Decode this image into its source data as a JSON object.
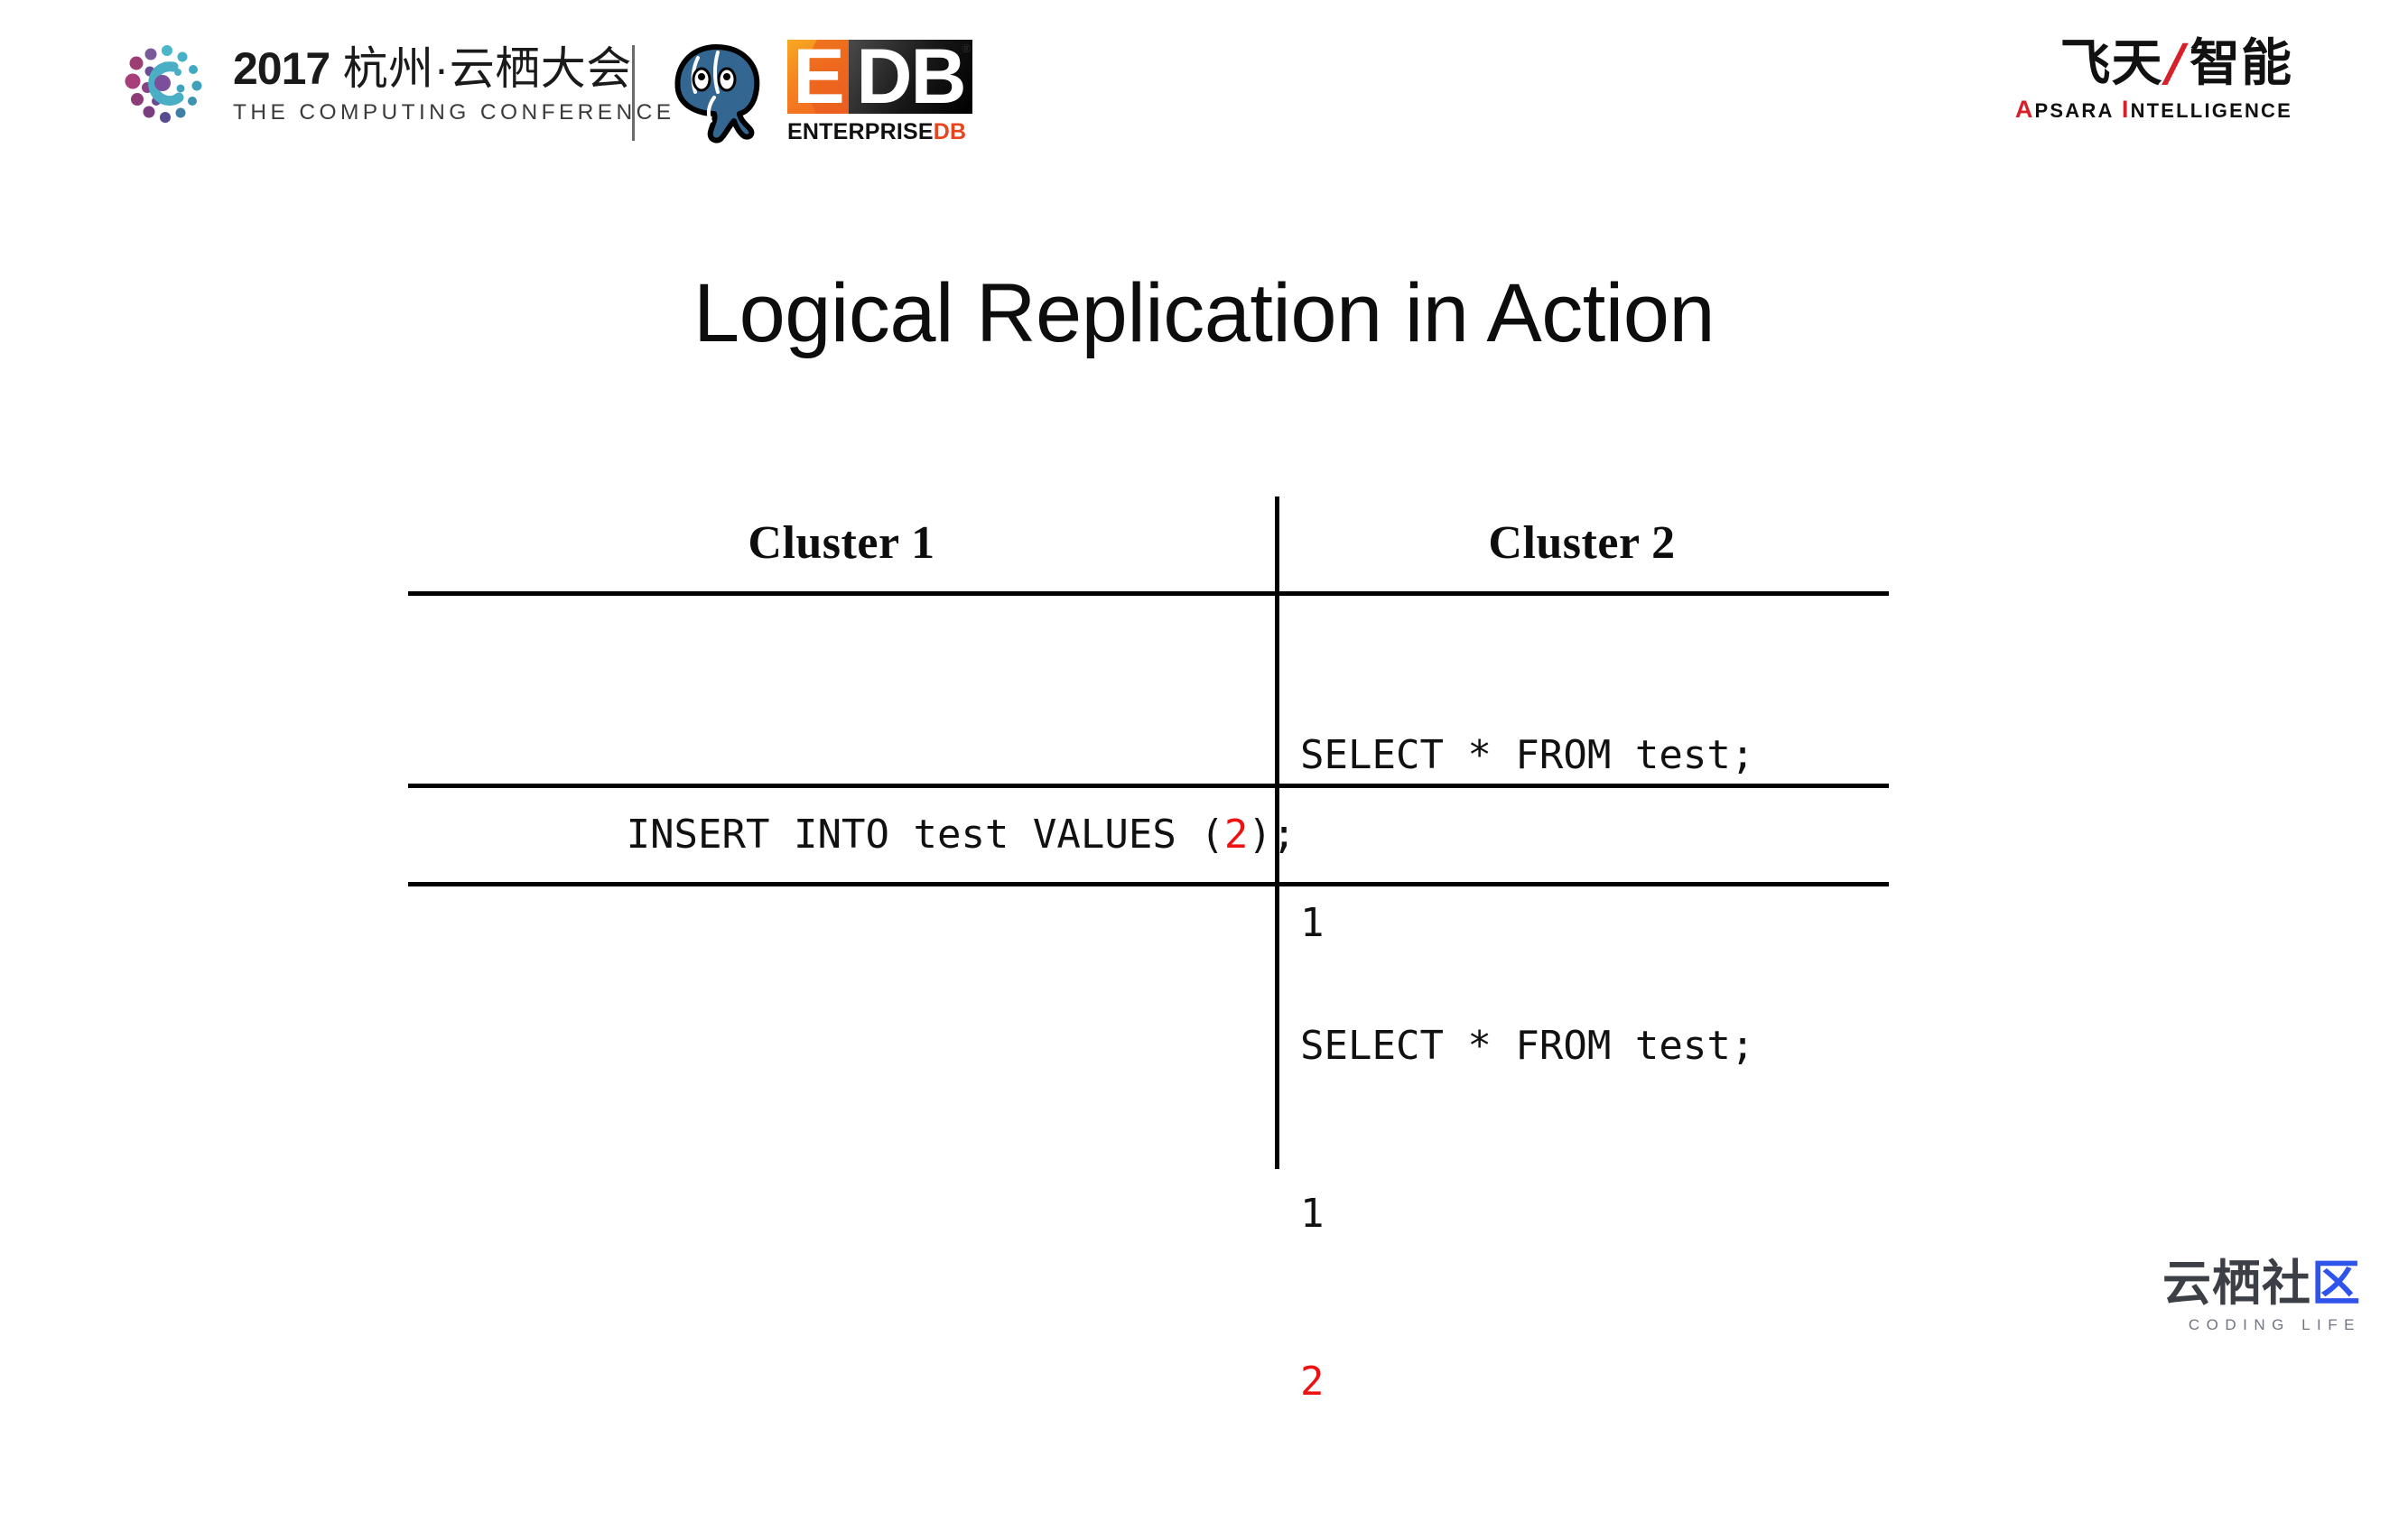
{
  "header": {
    "conference_logo": {
      "icon": "apsara-dots-c-icon",
      "year": "2017",
      "main_line_cn": "杭州·云栖大会",
      "sub_line": "THE COMPUTING CONFERENCE"
    },
    "postgres_logo": {
      "icon": "postgresql-elephant-icon"
    },
    "edb_logo": {
      "letter_e": "E",
      "letters_db": "DB",
      "registered": "®",
      "tagline_left": "ENTERPRISE",
      "tagline_right": "DB",
      "accent_orange": "#f58220",
      "accent_red": "#e8451f"
    },
    "apsara_logo": {
      "cn_left": "飞天",
      "slash": "/",
      "cn_right": "智能",
      "en_a": "A",
      "en_psara": "PSARA",
      "en_i": "I",
      "en_ntelligence": "NTELLIGENCE",
      "accent_red": "#d6202a"
    }
  },
  "title": "Logical Replication in Action",
  "table": {
    "columns": [
      "Cluster 1",
      "Cluster 2"
    ],
    "rows": [
      {
        "left": [],
        "right": [
          {
            "text": "SELECT * FROM test;",
            "color": "black"
          },
          {
            "text": "1",
            "color": "black"
          }
        ]
      },
      {
        "left": [
          {
            "pre": "INSERT INTO test VALUES (",
            "hl": "2",
            "post": ");"
          }
        ],
        "right": []
      },
      {
        "left": [],
        "right": [
          {
            "text": "SELECT * FROM test;",
            "color": "black"
          },
          {
            "text": "1",
            "color": "black"
          },
          {
            "text": "2",
            "color": "red"
          }
        ]
      }
    ],
    "highlight_color": "#ee1111"
  },
  "footer": {
    "yunqi_logo": {
      "cn_part1": "云栖社",
      "cn_part2": "区",
      "en": "CODING LIFE",
      "accent_blue": "#2f54eb"
    }
  }
}
